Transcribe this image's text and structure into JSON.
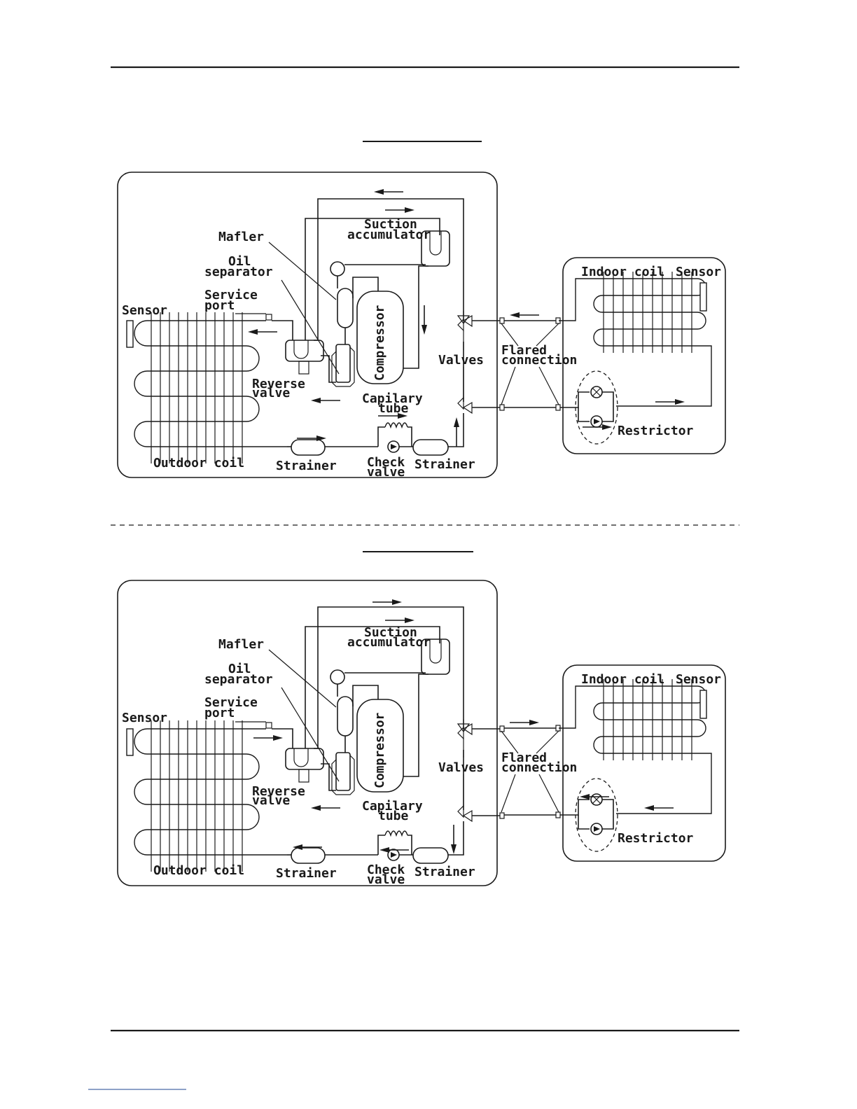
{
  "labels": {
    "mafler": "Mafler",
    "oil_1": "Oil",
    "oil_2": "separator",
    "suction_1": "Suction",
    "suction_2": "accumulator",
    "service_1": "Service",
    "service_2": "port",
    "sensor_outdoor": "Sensor",
    "compressor": "Compressor",
    "valves": "Valves",
    "flared_1": "Flared",
    "flared_2": "connection",
    "indoor_coil": "Indoor coil",
    "sensor_indoor": "Sensor",
    "reverse_1": "Reverse",
    "reverse_2": "valve",
    "capillary_1": "Capilary",
    "capillary_2": "tube",
    "restrictor": "Restrictor",
    "outdoor_coil": "Outdoor coil",
    "strainer": "Strainer",
    "check_1": "Check",
    "check_2": "valve"
  },
  "diagrams": [
    {
      "id": "top"
    },
    {
      "id": "bottom"
    }
  ]
}
